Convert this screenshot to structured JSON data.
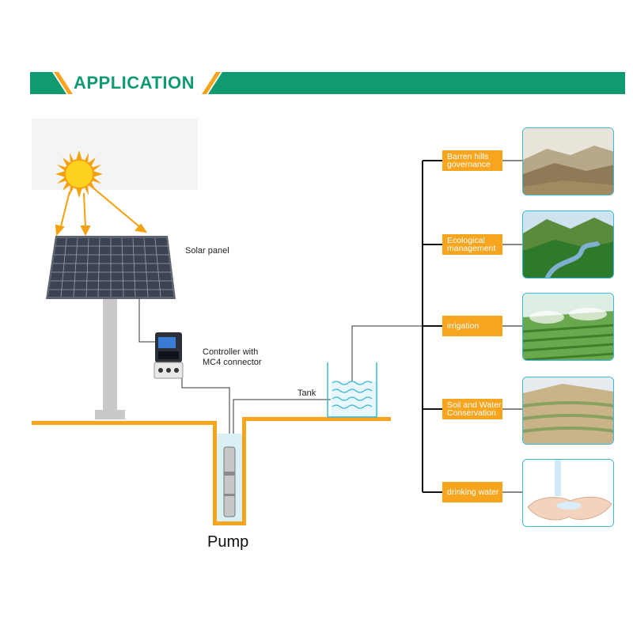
{
  "header": {
    "title": "APPLICATION"
  },
  "labels": {
    "solar_panel": "Solar panel",
    "controller_line1": "Controller with",
    "controller_line2": "MC4 connector",
    "tank": "Tank",
    "pump": "Pump"
  },
  "applications": [
    {
      "line1": "Barren hills",
      "line2": "governance",
      "photo": "barren-hills-photo"
    },
    {
      "line1": "Ecological",
      "line2": "management",
      "photo": "green-valley-photo"
    },
    {
      "line1": "irrigation",
      "line2": "",
      "photo": "sprinkler-field-photo"
    },
    {
      "line1": "Soil and Water",
      "line2": "Conservation",
      "photo": "terraced-hill-photo"
    },
    {
      "line1": "drinking water",
      "line2": "",
      "photo": "hands-water-photo"
    }
  ],
  "colors": {
    "banner": "#0f9a72",
    "accent_orange": "#f7a51f",
    "photo_border": "#3cb8d8"
  }
}
